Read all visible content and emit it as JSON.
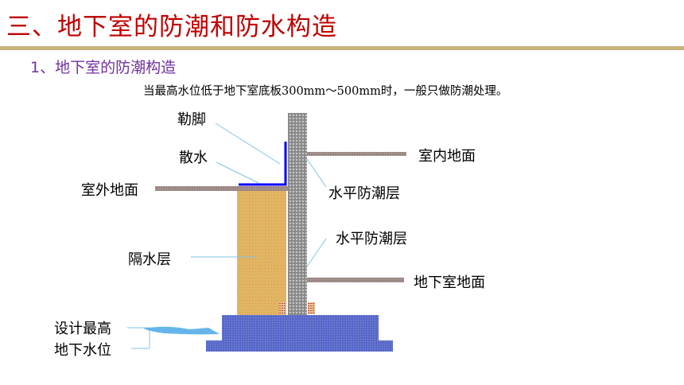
{
  "header": {
    "title": "三、地下室的防潮和防水构造",
    "subtitle": "1、地下室的防潮构造",
    "note": "当最高水位低于地下室底板300mm～500mm时，一般只做防潮处理。"
  },
  "labels": {
    "leijiao": "勒脚",
    "sanshui": "散水",
    "shiwai_dimian": "室外地面",
    "shinei_dimian": "室内地面",
    "shuiping_fangchao_1": "水平防潮层",
    "shuiping_fangchao_2": "水平防潮层",
    "geshui_ceng": "隔水层",
    "dixiashi_dimian": "地下室地面",
    "sheji_zuigao": "设计最高",
    "dixia_shuiwei": "地下水位"
  },
  "colors": {
    "title": "#c00000",
    "subtitle": "#7030a0",
    "divider": "#c8b27a",
    "wall": "#9a9a9a",
    "backfill": "#e0b060",
    "ground": "#9b8783",
    "foundation": "#5868c8",
    "waterproof": "#0000ff",
    "leader": "#7fc4e8",
    "water": "#4aa8e8",
    "dpc_block": "#c86060"
  }
}
